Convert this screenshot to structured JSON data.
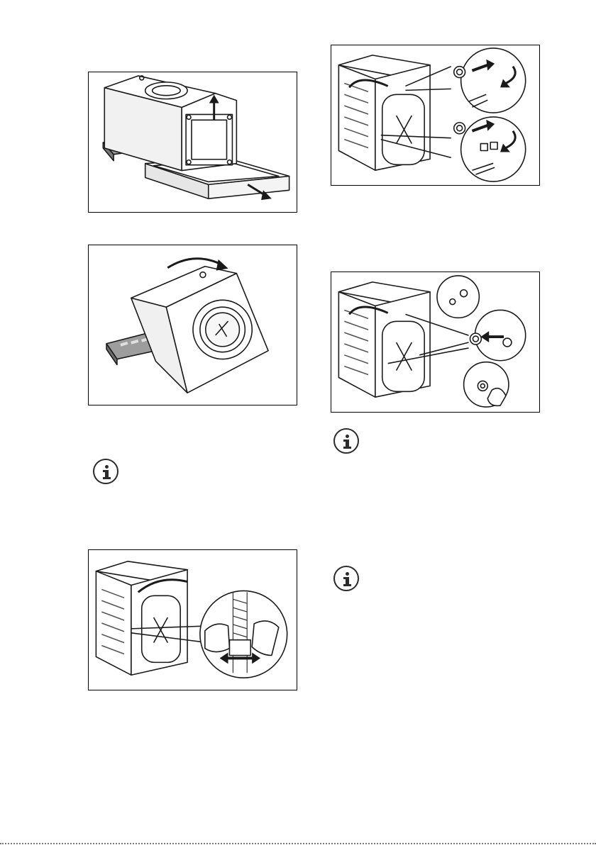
{
  "figures": [
    {
      "id": "remove-packaging-base",
      "icon": "washer-lifted-from-polystyrene-base"
    },
    {
      "id": "tilt-appliance",
      "icon": "washer-tilted-on-side"
    },
    {
      "id": "remove-hose-clamp",
      "icon": "rear-hose-clip-removal"
    },
    {
      "id": "remove-transit-bolts",
      "icon": "rear-transit-bolts-unscrew"
    },
    {
      "id": "insert-plastic-caps",
      "icon": "rear-plastic-caps-insert"
    }
  ],
  "info_icons": [
    {
      "id": "note-1",
      "icon": "info-icon"
    },
    {
      "id": "note-2",
      "icon": "info-icon"
    },
    {
      "id": "note-3",
      "icon": "info-icon"
    }
  ],
  "colors": {
    "line": "#1a1a1a",
    "fill": "#ffffff",
    "shade": "#bdbdbd",
    "dark": "#6e6e6e"
  }
}
